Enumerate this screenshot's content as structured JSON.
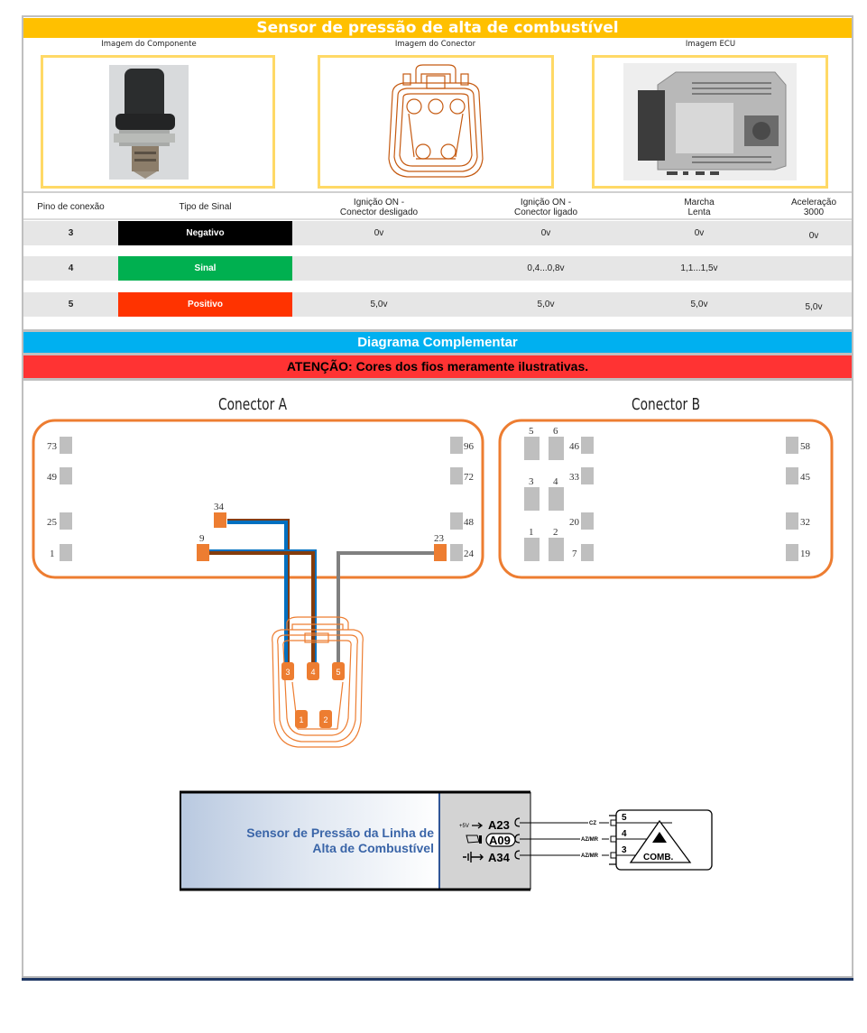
{
  "title": "Sensor de pressão de alta de combustível",
  "images": {
    "component_caption": "Imagem do Componente",
    "connector_caption": "Imagem do Conector",
    "ecu_caption": "Imagem ECU"
  },
  "table": {
    "headers": {
      "pin": "Pino de conexão",
      "signal_type": "Tipo de Sinal",
      "ign_off_line1": "Ignição ON -",
      "ign_off_line2": "Conector desligado",
      "ign_on_line1": "Ignição ON -",
      "ign_on_line2": "Conector ligado",
      "idle_line1": "Marcha",
      "idle_line2": "Lenta",
      "accel_line1": "Aceleração",
      "accel_line2": "3000"
    },
    "rows": [
      {
        "pin": "3",
        "signal": "Negativo",
        "signal_color": "#000000",
        "ign_off": "0v",
        "ign_on": "0v",
        "idle": "0v",
        "accel": "0v"
      },
      {
        "pin": "4",
        "signal": "Sinal",
        "signal_color": "#00b050",
        "ign_off": "",
        "ign_on": "0,4...0,8v",
        "idle": "1,1...1,5v",
        "accel": ""
      },
      {
        "pin": "5",
        "signal": "Positivo",
        "signal_color": "#ff3300",
        "ign_off": "5,0v",
        "ign_on": "5,0v",
        "idle": "5,0v",
        "accel": "5,0v"
      }
    ]
  },
  "diagram": {
    "title": "Diagrama Complementar",
    "warning": "ATENÇÃO: Cores dos fios meramente ilustrativas.",
    "connector_a": {
      "title": "Conector A",
      "left_pins": [
        "73",
        "49",
        "25",
        "1"
      ],
      "right_pins": [
        "96",
        "72",
        "48",
        "24"
      ],
      "active_pins": [
        "34",
        "9",
        "23"
      ]
    },
    "connector_b": {
      "title": "Conector B",
      "large_pins": [
        "5",
        "6",
        "3",
        "4",
        "1",
        "2"
      ],
      "left_pins": [
        "46",
        "33",
        "20",
        "7"
      ],
      "right_pins": [
        "58",
        "45",
        "32",
        "19"
      ]
    },
    "sensor_connector_pins": [
      "3",
      "4",
      "5",
      "1",
      "2"
    ],
    "wire_colors": {
      "blue": "#0070c0",
      "brown": "#843c0c",
      "gray": "#808080",
      "pin_orange": "#ed7d31"
    }
  },
  "schematic": {
    "label_line1": "Sensor de Pressão da Linha de",
    "label_line2": "Alta de Combustível",
    "ecu_pins": [
      "A23",
      "A09",
      "A34"
    ],
    "supply_label": "+5V",
    "wire_labels": [
      "CZ",
      "AZ/MR",
      "AZ/MR"
    ],
    "sensor_pins": [
      "5",
      "4",
      "3"
    ],
    "sensor_label": "COMB."
  }
}
